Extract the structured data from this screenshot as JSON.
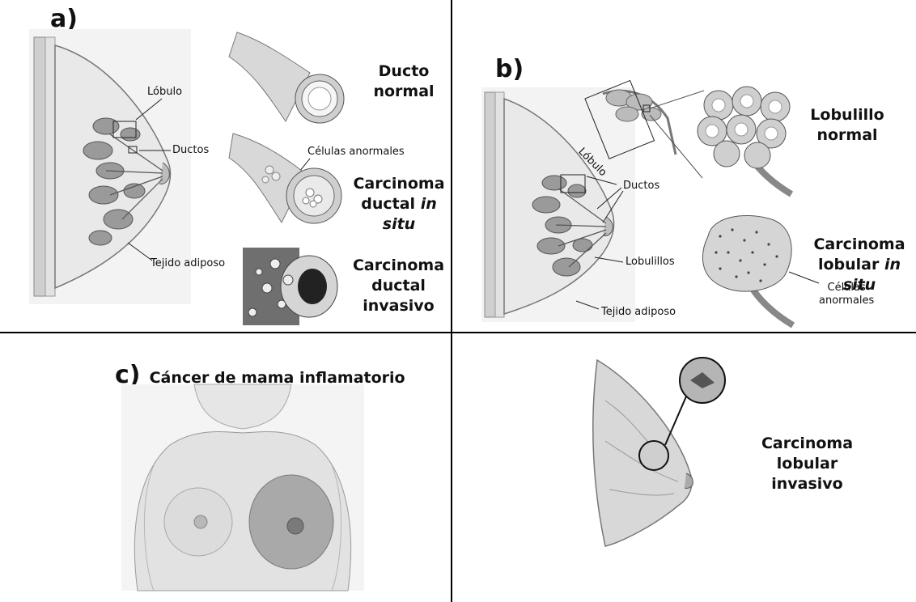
{
  "panel_a": {
    "letter": "a)",
    "labels": {
      "lobulo": "Lóbulo",
      "ductos": "Ductos",
      "tejido_adiposo": "Tejido adiposo",
      "celulas_anormales": "Células anormales"
    },
    "ducto_normal": [
      "Ducto",
      "normal"
    ],
    "carcinoma_ductal_in_situ": {
      "line1": "Carcinoma",
      "line2_prefix": "ductal ",
      "line2_italic": "in situ"
    },
    "carcinoma_ductal_invasivo": [
      "Carcinoma",
      "ductal",
      "invasivo"
    ]
  },
  "panel_b": {
    "letter": "b)",
    "labels": {
      "lobulo": "Lóbulo",
      "ductos": "Ductos",
      "lobulillos": "Lobulillos",
      "tejido_adiposo": "Tejido adiposo",
      "celulas_anormales": [
        "Células",
        "anormales"
      ]
    },
    "lobulillo_normal": [
      "Lobulillo",
      "normal"
    ],
    "carcinoma_lobular_in_situ": {
      "line1": "Carcinoma",
      "line2_prefix": "lobular ",
      "line2_italic": "in situ"
    },
    "carcinoma_lobular_invasivo": [
      "Carcinoma",
      "lobular",
      "invasivo"
    ]
  },
  "panel_c": {
    "letter": "c)",
    "title": "Cáncer de mama inflamatorio"
  }
}
